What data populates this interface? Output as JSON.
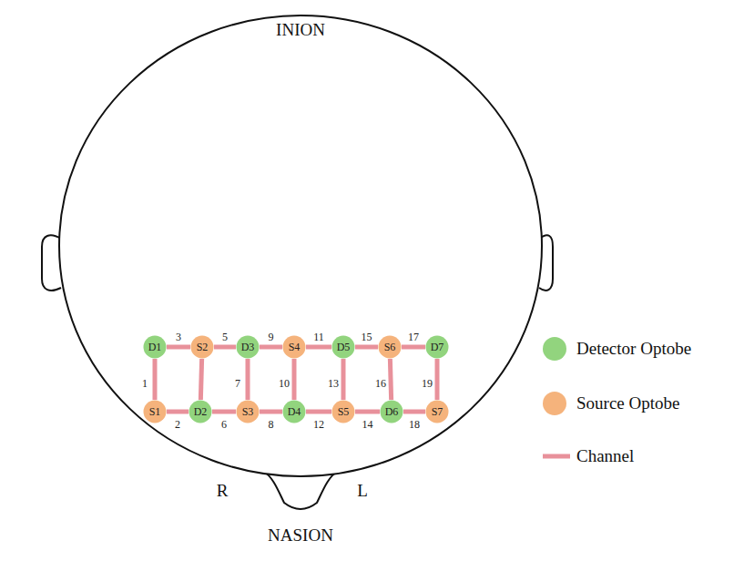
{
  "diagram": {
    "nodes": [
      {
        "text": [
          "D1"
        ]
      },
      {
        "text": [
          "S2"
        ]
      },
      {
        "text": [
          "D3"
        ]
      },
      {
        "text": [
          "S4"
        ]
      },
      {
        "text": [
          "D5"
        ]
      },
      {
        "text": [
          "S6"
        ]
      },
      {
        "text": [
          "D7"
        ]
      },
      {
        "text": [
          "S1"
        ]
      },
      {
        "text": [
          "D2"
        ]
      },
      {
        "text": [
          "S3"
        ]
      },
      {
        "text": [
          "D4"
        ]
      },
      {
        "text": [
          "S5"
        ]
      },
      {
        "text": [
          "D6"
        ]
      },
      {
        "text": [
          "S7"
        ]
      }
    ],
    "edges": [
      {
        "from": 0,
        "to": 7,
        "arrow": "none",
        "label": "1"
      },
      {
        "from": 7,
        "to": 8,
        "arrow": "none",
        "label": "2"
      },
      {
        "from": 0,
        "to": 1,
        "arrow": "none",
        "label": "3"
      },
      {
        "from": 1,
        "to": 8,
        "arrow": "none"
      },
      {
        "from": 1,
        "to": 2,
        "arrow": "none",
        "label": "5"
      },
      {
        "from": 8,
        "to": 9,
        "arrow": "none",
        "label": "6"
      },
      {
        "from": 2,
        "to": 9,
        "arrow": "none",
        "label": "7"
      },
      {
        "from": 9,
        "to": 10,
        "arrow": "none",
        "label": "8"
      },
      {
        "from": 2,
        "to": 3,
        "arrow": "none",
        "label": "9"
      },
      {
        "from": 3,
        "to": 10,
        "arrow": "none",
        "label": "10"
      },
      {
        "from": 3,
        "to": 4,
        "arrow": "none",
        "label": "11"
      },
      {
        "from": 10,
        "to": 11,
        "arrow": "none",
        "label": "12"
      },
      {
        "from": 4,
        "to": 11,
        "arrow": "none",
        "label": "13"
      },
      {
        "from": 11,
        "to": 12,
        "arrow": "none",
        "label": "14"
      },
      {
        "from": 4,
        "to": 5,
        "arrow": "none",
        "label": "15"
      },
      {
        "from": 5,
        "to": 12,
        "arrow": "none",
        "label": "16"
      },
      {
        "from": 5,
        "to": 6,
        "arrow": "none",
        "label": "17"
      },
      {
        "from": 12,
        "to": 13,
        "arrow": "none",
        "label": "18"
      },
      {
        "from": 6,
        "to": 13,
        "arrow": "none",
        "label": "19"
      }
    ],
    "labels": [
      "INION",
      "R",
      "L",
      "NASION"
    ],
    "legend": [
      {
        "text": "Detector Optobe",
        "color": "#92d47e"
      },
      {
        "text": "Source Optobe",
        "color": "#f5b37c"
      },
      {
        "text": "Channel"
      }
    ]
  }
}
